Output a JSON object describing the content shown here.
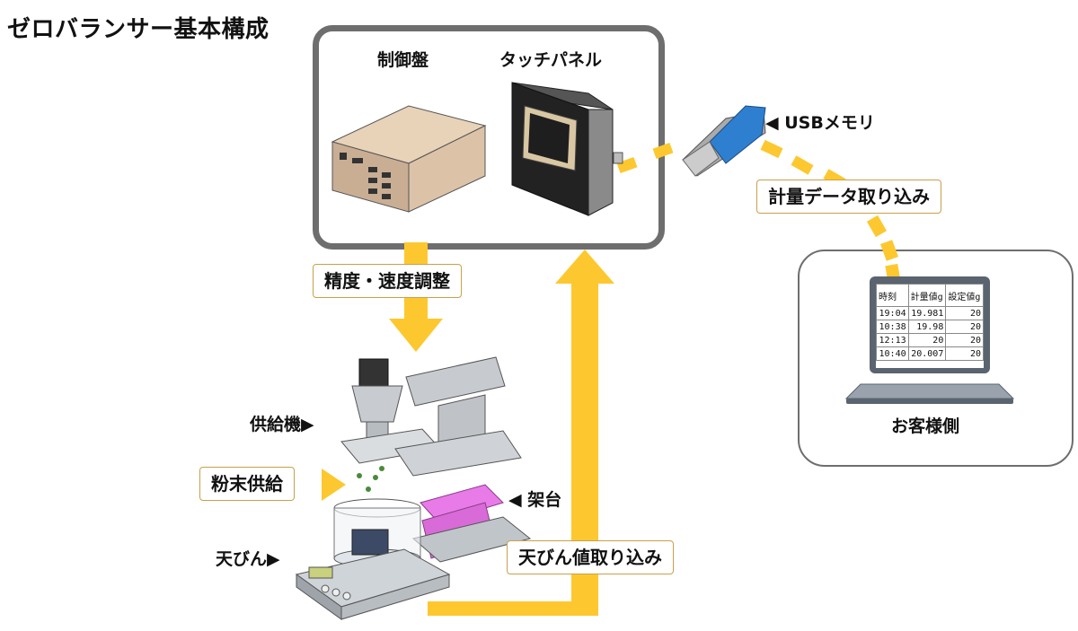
{
  "title": "ゼロバランサー基本構成",
  "control": {
    "panel_label": "制御盤",
    "touch_label": "タッチパネル"
  },
  "usb_label": "◀ USBメモリ",
  "data_import_label": "計量データ取り込み",
  "customer_label": "お客様側",
  "tuning_label": "精度・速度調整",
  "feeder_label": "供給機▶",
  "powder_label": "粉末供給",
  "stand_label": "◀ 架台",
  "balance_label": "天びん▶",
  "balance_import_label": "天びん値取り込み",
  "spreadsheet": {
    "headers": [
      "時刻",
      "計量値g",
      "設定値g"
    ],
    "rows": [
      [
        "19:04",
        "19.981",
        "20"
      ],
      [
        "10:38",
        "19.98",
        "20"
      ],
      [
        "12:13",
        "20",
        "20"
      ],
      [
        "10:40",
        "20.007",
        "20"
      ]
    ]
  },
  "colors": {
    "arrow_yellow": "#fdc82f",
    "frame_gray": "#6e6e6e",
    "box_border": "#c9a04a",
    "stand_magenta": "#e87be8",
    "usb_blue": "#2f7fd0"
  }
}
